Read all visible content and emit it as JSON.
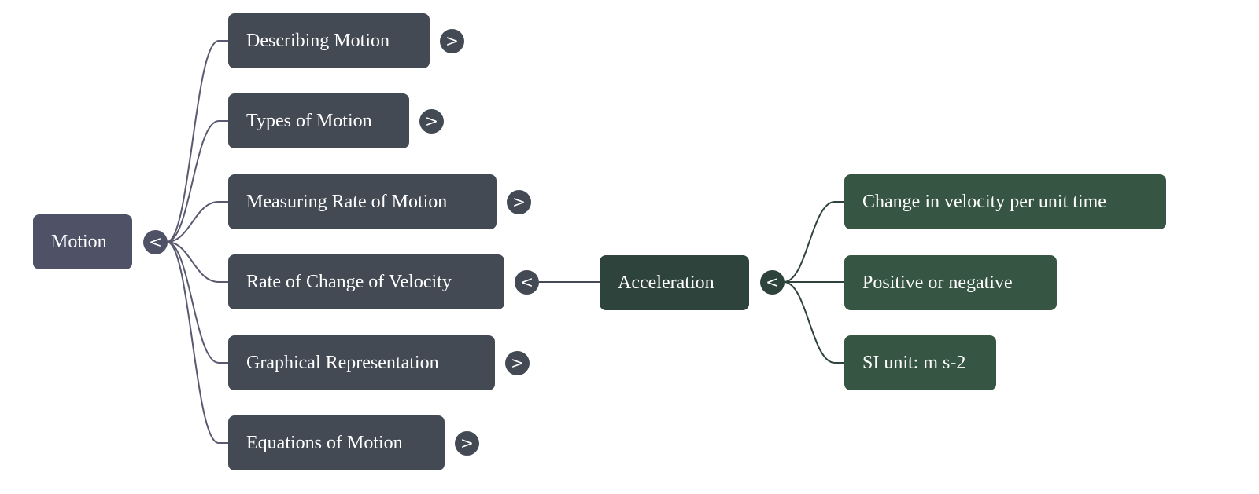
{
  "mindmap": {
    "root": {
      "label": "Motion",
      "toggle": "<",
      "color": "#4f5166"
    },
    "branches": [
      {
        "label": "Describing Motion",
        "toggle": ">",
        "expanded": false
      },
      {
        "label": "Types of Motion",
        "toggle": ">",
        "expanded": false
      },
      {
        "label": "Measuring Rate of Motion",
        "toggle": ">",
        "expanded": false
      },
      {
        "label": "Rate of Change of Velocity",
        "toggle": "<",
        "expanded": true
      },
      {
        "label": "Graphical Representation",
        "toggle": ">",
        "expanded": false
      },
      {
        "label": "Equations of Motion",
        "toggle": ">",
        "expanded": false
      }
    ],
    "branch_color": "#434a54",
    "sub": {
      "label": "Acceleration",
      "toggle": "<",
      "color": "#2f433d"
    },
    "leaves": [
      {
        "label": "Change in velocity per unit time"
      },
      {
        "label": "Positive or negative"
      },
      {
        "label": "SI unit: m s-2"
      }
    ],
    "leaf_color": "#375543",
    "link_colors": {
      "root": "#595a70",
      "branch": "#434a54",
      "sub": "#2f433d"
    }
  }
}
